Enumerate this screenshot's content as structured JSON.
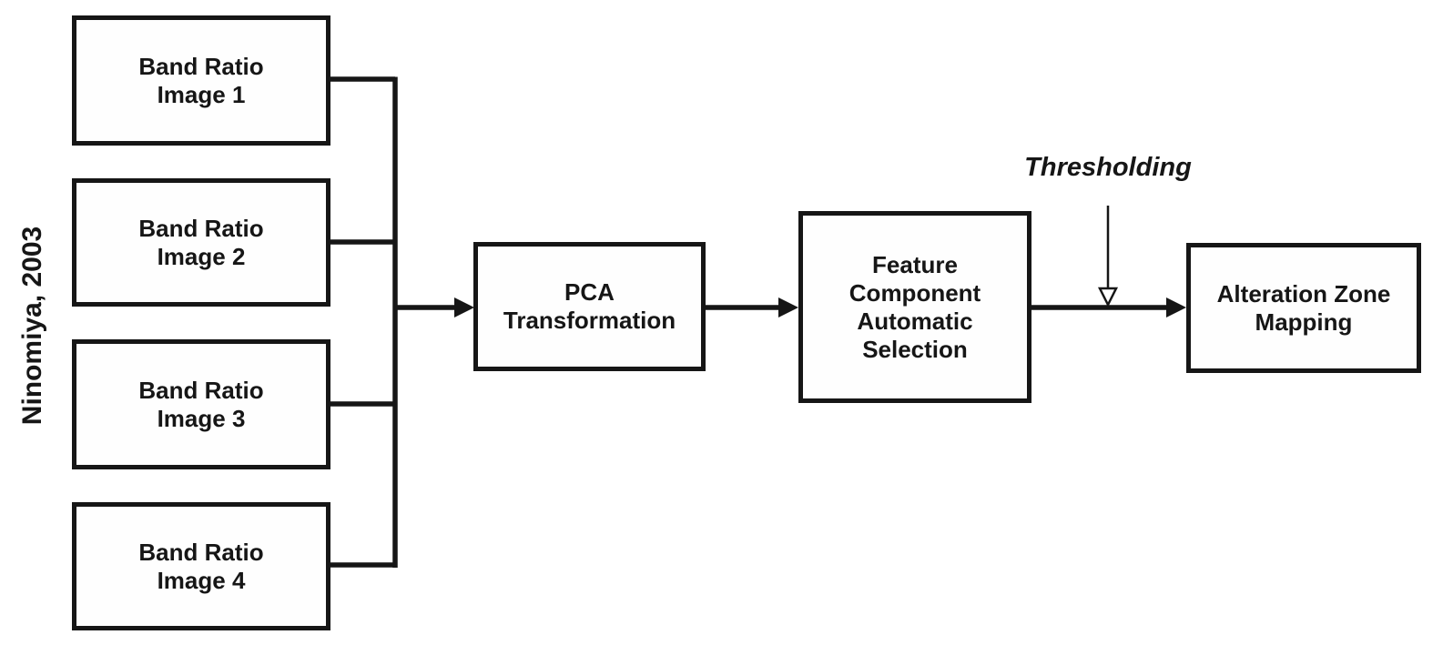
{
  "diagram": {
    "title_hint": "Flowchart of alteration zone mapping workflow",
    "source_label": "Ninomiya, 2003",
    "input_boxes": [
      {
        "label": "Band Ratio\nImage 1"
      },
      {
        "label": "Band Ratio\nImage 2"
      },
      {
        "label": "Band Ratio\nImage 3"
      },
      {
        "label": "Band Ratio\nImage 4"
      }
    ],
    "process_boxes": [
      {
        "label": "PCA\nTransformation"
      },
      {
        "label": "Feature\nComponent\nAutomatic\nSelection"
      },
      {
        "label": "Alteration Zone\nMapping"
      }
    ],
    "annotation": "Thresholding",
    "flow": [
      "Band Ratio Images 1-4 -> PCA Transformation",
      "PCA Transformation -> Feature Component Automatic Selection",
      "Feature Component Automatic Selection -> Alteration Zone Mapping (with Thresholding applied)"
    ],
    "colors": {
      "line": "#161616",
      "box_border": "#161616",
      "box_fill": "#fefefe",
      "background": "#ffffff",
      "text": "#161616"
    }
  }
}
